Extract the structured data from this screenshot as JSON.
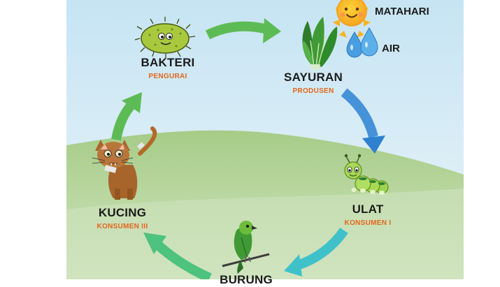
{
  "organisms": [
    {
      "id": "bakteri",
      "name": "BAKTERI",
      "role": "PENGURAI"
    },
    {
      "id": "sayuran",
      "name": "SAYURAN",
      "role": "PRODUSEN"
    },
    {
      "id": "ulat",
      "name": "ULAT",
      "role": "KONSUMEN I"
    },
    {
      "id": "burung",
      "name": "BURUNG",
      "role": ""
    },
    {
      "id": "kucing",
      "name": "KUCING",
      "role": "KONSUMEN III"
    }
  ],
  "resources": [
    {
      "id": "matahari",
      "name": "MATAHARI",
      "icon": "sun-icon"
    },
    {
      "id": "air",
      "name": "AIR",
      "icon": "water-drops-icon"
    }
  ],
  "colors": {
    "sky": "#d6ecf5",
    "hill": "#a9cf8d",
    "meadow": "#c4dcb0",
    "arrow_green": "#5dbb55",
    "arrow_blue": "#3d8ed7",
    "arrow_teal": "#40c1c9",
    "arrow_mint": "#4ec27f",
    "role_text": "#e4661b"
  }
}
